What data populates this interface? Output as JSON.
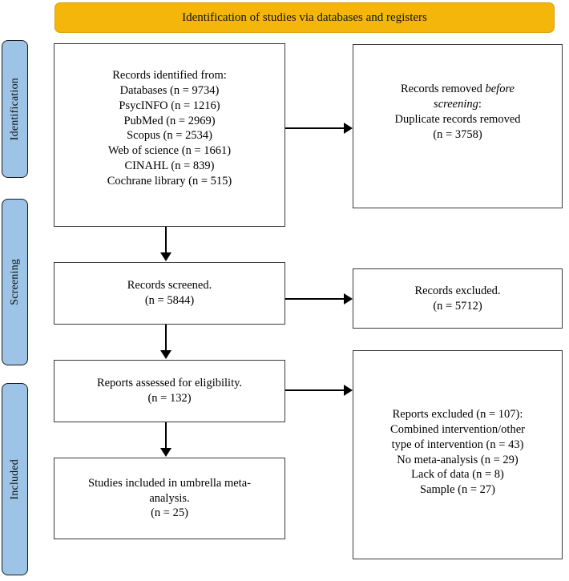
{
  "banner": {
    "title": "Identification of studies via databases and registers",
    "color": "#F5B60C"
  },
  "stages": [
    {
      "label": "Identification"
    },
    {
      "label": "Screening"
    },
    {
      "label": "Included"
    }
  ],
  "boxes": {
    "records_identified": {
      "heading": "Records identified from:",
      "sources": [
        "Databases (n = 9734)",
        "PsycINFO (n = 1216)",
        "PubMed (n = 2969)",
        "Scopus (n = 2534)",
        "Web of science (n = 1661)",
        "CINAHL (n = 839)",
        "Cochrane library (n = 515)"
      ],
      "text": "Records identified from:\nDatabases (n = 9734)\nPsycINFO (n = 1216)\nPubMed (n = 2969)\nScopus (n = 2534)\nWeb of science (n = 1661)\nCINAHL (n = 839)\nCochrane library (n = 515)"
    },
    "records_removed": {
      "line1_prefix": "Records removed ",
      "line1_italic": "before",
      "line2_italic": "screening",
      "line2_suffix": ":",
      "line3": "Duplicate records removed",
      "count": "(n = 3758)"
    },
    "records_screened": {
      "label": "Records screened.",
      "count": "(n = 5844)",
      "text": "Records screened.\n(n = 5844)"
    },
    "records_excluded": {
      "label": "Records excluded.",
      "count": "(n = 5712)",
      "text": "Records excluded.\n(n = 5712)"
    },
    "reports_assessed": {
      "label": "Reports assessed for eligibility.",
      "count": "(n = 132)",
      "text": "Reports assessed for eligibility.\n(n = 132)"
    },
    "reports_excluded": {
      "heading": "Reports excluded (n = 107):",
      "reasons": [
        "Combined intervention/other type of intervention (n = 43)",
        "No meta-analysis (n = 29)",
        "Lack of data (n = 8)",
        "Sample (n = 27)"
      ],
      "text": "Reports excluded (n = 107):\nCombined intervention/other\ntype of intervention (n = 43)\nNo meta-analysis (n = 29)\nLack of data (n = 8)\nSample (n = 27)"
    },
    "studies_included": {
      "label": "Studies included in umbrella meta-analysis.",
      "count": "(n = 25)",
      "text": "Studies included in umbrella meta-\nanalysis.\n(n = 25)"
    }
  }
}
